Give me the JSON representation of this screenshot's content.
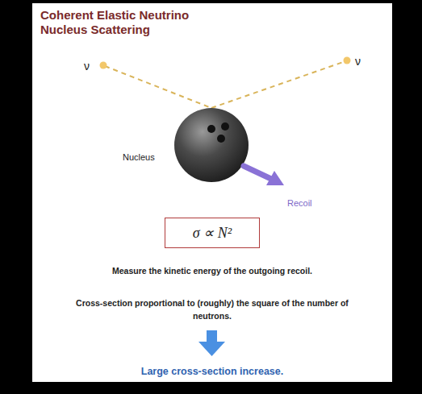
{
  "diagram": {
    "title": "Coherent Elastic Neutrino Nucleus Scattering",
    "nodes": [
      {
        "text": [
          "σ ∝ N²"
        ]
      }
    ],
    "labels": [
      "ν",
      "ν",
      "Nucleus",
      "Recoil",
      "Measure the kinetic energy of the outgoing recoil.",
      "Cross-section proportional to (roughly) the square of the number of neutrons.",
      "Large cross-section increase."
    ]
  }
}
